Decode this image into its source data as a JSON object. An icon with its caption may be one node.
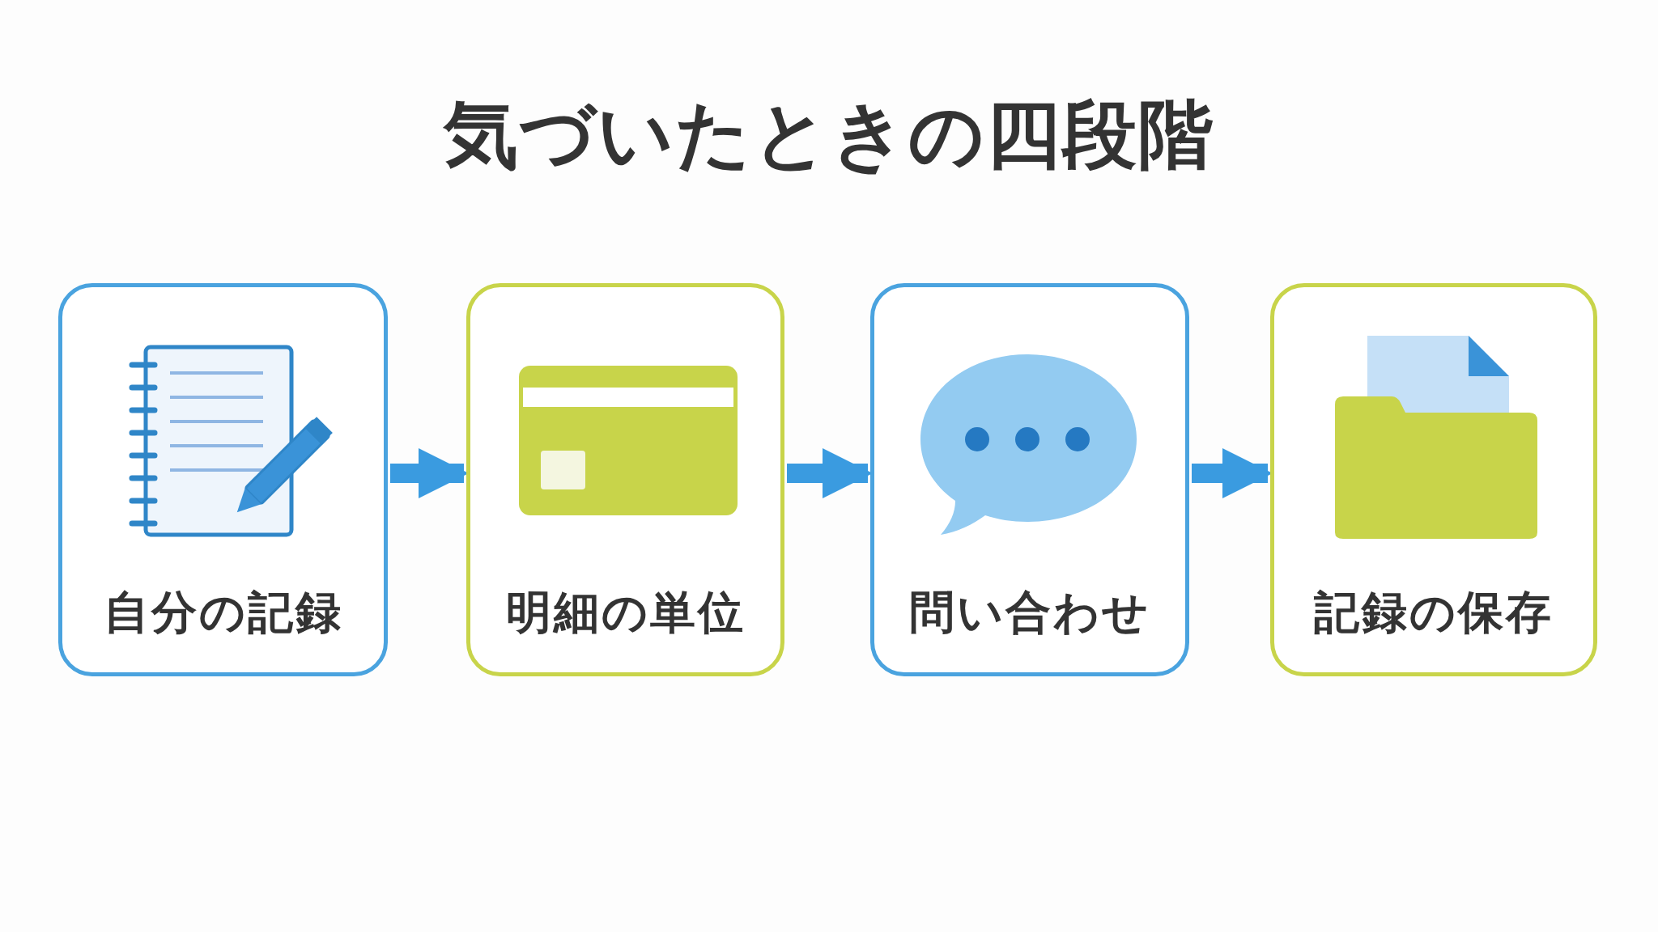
{
  "diagram": {
    "title": "気づいたときの四段階",
    "nodes": [
      {
        "text": [
          "自分の記録"
        ]
      },
      {
        "text": [
          "明細の単位"
        ]
      },
      {
        "text": [
          "問い合わせ"
        ]
      },
      {
        "text": [
          "記録の保存"
        ]
      }
    ],
    "edges": [
      {
        "from": 0,
        "to": 1,
        "arrow": "to"
      },
      {
        "from": 1,
        "to": 2,
        "arrow": "to"
      },
      {
        "from": 2,
        "to": 3,
        "arrow": "to"
      }
    ]
  }
}
